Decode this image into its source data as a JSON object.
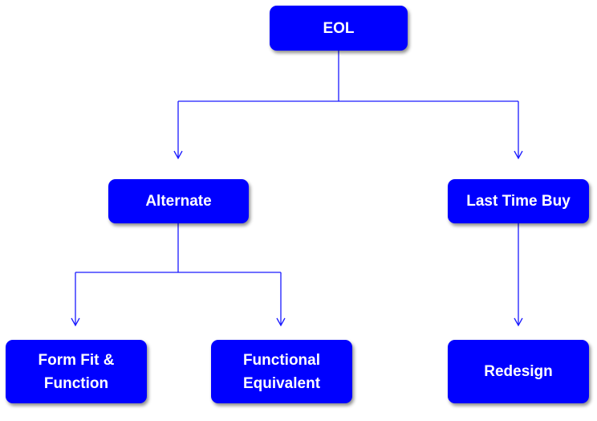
{
  "nodes": {
    "eol": "EOL",
    "alternate": "Alternate",
    "last_time_buy": "Last Time Buy",
    "form_fit_function": "Form Fit &\nFunction",
    "functional_equivalent": "Functional\nEquivalent",
    "redesign": "Redesign"
  },
  "edges": [
    [
      "EOL",
      "Alternate"
    ],
    [
      "EOL",
      "Last Time Buy"
    ],
    [
      "Alternate",
      "Form Fit & Function"
    ],
    [
      "Alternate",
      "Functional Equivalent"
    ],
    [
      "Last Time Buy",
      "Redesign"
    ]
  ],
  "colors": {
    "node_fill": "#0000ff",
    "node_text": "#ffffff",
    "connector": "#1a1aff"
  }
}
